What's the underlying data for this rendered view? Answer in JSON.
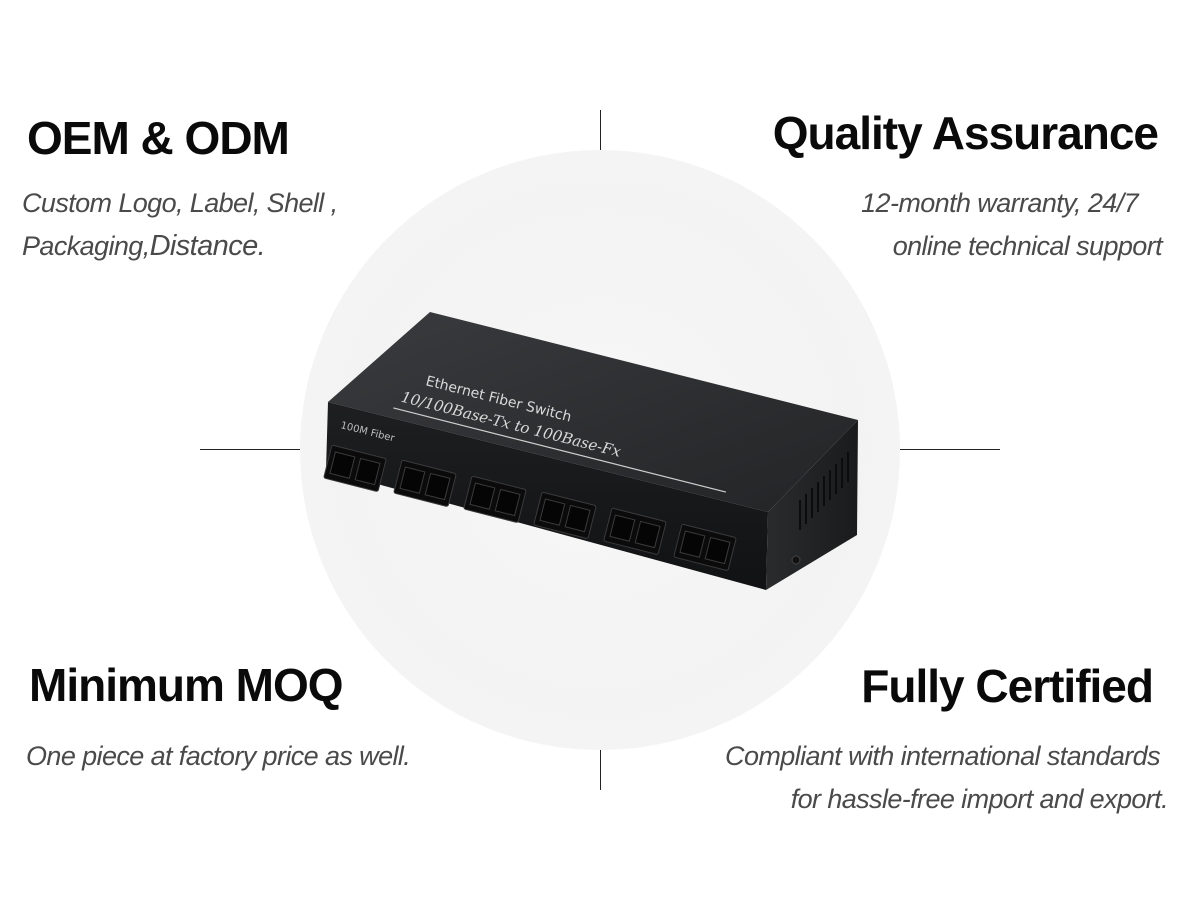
{
  "features": {
    "oem": {
      "title": "OEM & ODM",
      "line1": "Custom Logo, Label, Shell ,",
      "line2a": "Packaging,",
      "line2b": "Distance."
    },
    "quality": {
      "title": "Quality Assurance",
      "line1": "12-month warranty, 24/7",
      "line2": "online technical support"
    },
    "moq": {
      "title": "Minimum MOQ",
      "line1": "One piece at factory price as well."
    },
    "certified": {
      "title": "Fully Certified",
      "line1": "Compliant with international standards",
      "line2": "for hassle-free import and export."
    }
  },
  "product": {
    "label_top": "Ethernet Fiber Switch",
    "label_sub": "10/100Base-Tx to 100Base-Fx",
    "port_label": "100M Fiber",
    "body_color": "#2b2c2e",
    "accent_color": "#d9d9d9"
  }
}
